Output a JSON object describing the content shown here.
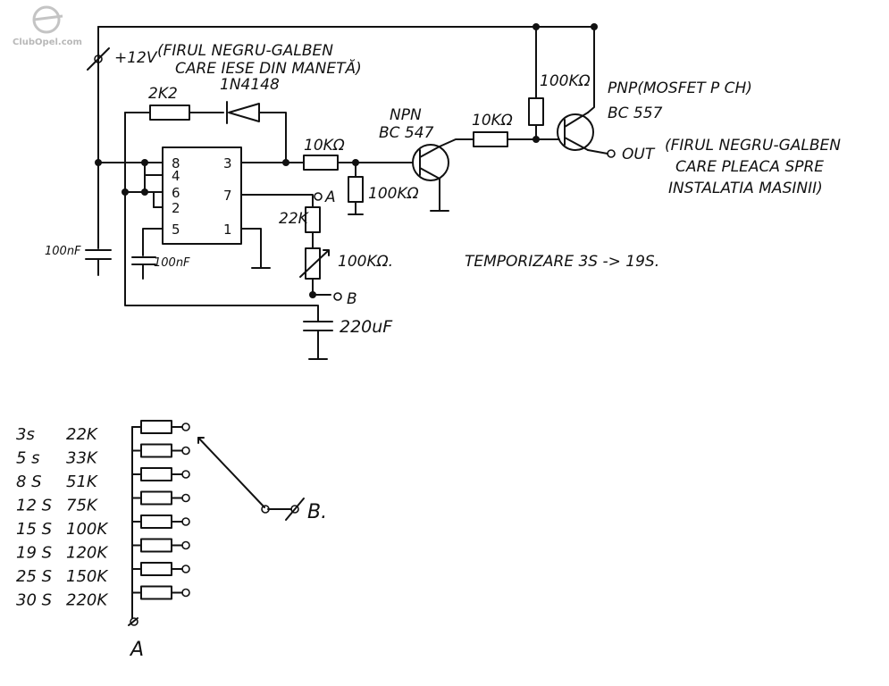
{
  "watermark": {
    "text": "ClubOpel.com"
  },
  "labels": {
    "supply": "+12V",
    "supply_note_1": "(FIRUL NEGRU-GALBEN",
    "supply_note_2": "CARE IESE DIN MANETĂ)",
    "diode": "1N4148",
    "r_fb": "2K2",
    "r_base": "10KΩ",
    "r_pull": "100KΩ",
    "npn_1": "NPN",
    "npn_2": "BC 547",
    "r_npn_col": "10KΩ",
    "r_pnp_base": "100KΩ",
    "pnp_1": "PNP(MOSFET P CH)",
    "pnp_2": "BC 557",
    "out": "OUT",
    "out_note_1": "(FIRUL NEGRU-GALBEN",
    "out_note_2": "CARE PLEACA SPRE",
    "out_note_3": "INSTALATIA MASINII)",
    "point_a": "A",
    "r_22k": "22K",
    "pot": "100KΩ.",
    "point_b": "B",
    "cap_big": "220uF",
    "cap_left": "100nF",
    "cap_ic": "100nF",
    "timing": "TEMPORIZARE 3S -> 19S.",
    "ic_pins": {
      "p8": "8",
      "p4": "4",
      "p6": "6",
      "p2": "2",
      "p5": "5",
      "p3": "3",
      "p7": "7",
      "p1": "1"
    },
    "selector_b": "B.",
    "selector_a": "A"
  },
  "table": [
    {
      "time": "3s",
      "res": "22K"
    },
    {
      "time": "5 s",
      "res": "33K"
    },
    {
      "time": "8 S",
      "res": "51K"
    },
    {
      "time": "12 S",
      "res": "75K"
    },
    {
      "time": "15 S",
      "res": "100K"
    },
    {
      "time": "19 S",
      "res": "120K"
    },
    {
      "time": "25 S",
      "res": "150K"
    },
    {
      "time": "30 S",
      "res": "220K"
    }
  ]
}
